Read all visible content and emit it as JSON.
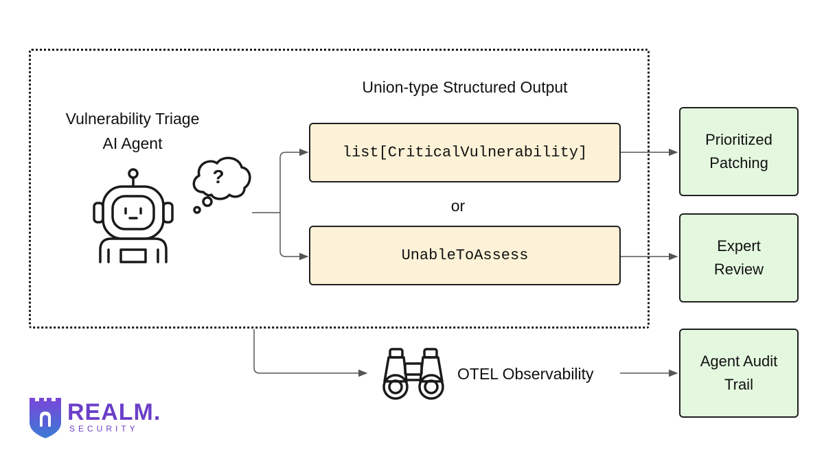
{
  "agent": {
    "label_line1": "Vulnerability Triage",
    "label_line2": "AI Agent",
    "thought_symbol": "?",
    "icon": "robot-icon"
  },
  "output": {
    "heading": "Union-type Structured Output",
    "option_1": "list[CriticalVulnerability]",
    "separator": "or",
    "option_2": "UnableToAssess"
  },
  "results": {
    "prioritized": "Prioritized\nPatching",
    "expert": "Expert\nReview",
    "audit": "Agent Audit\nTrail"
  },
  "observability": {
    "label": "OTEL Observability",
    "icon": "binoculars-icon"
  },
  "logo": {
    "name": "REALM.",
    "tagline": "SECURITY",
    "icon": "castle-shield-icon"
  },
  "colors": {
    "output_box": "#fdf2d7",
    "result_box": "#e4f8df",
    "brand": "#6b3fc8"
  }
}
